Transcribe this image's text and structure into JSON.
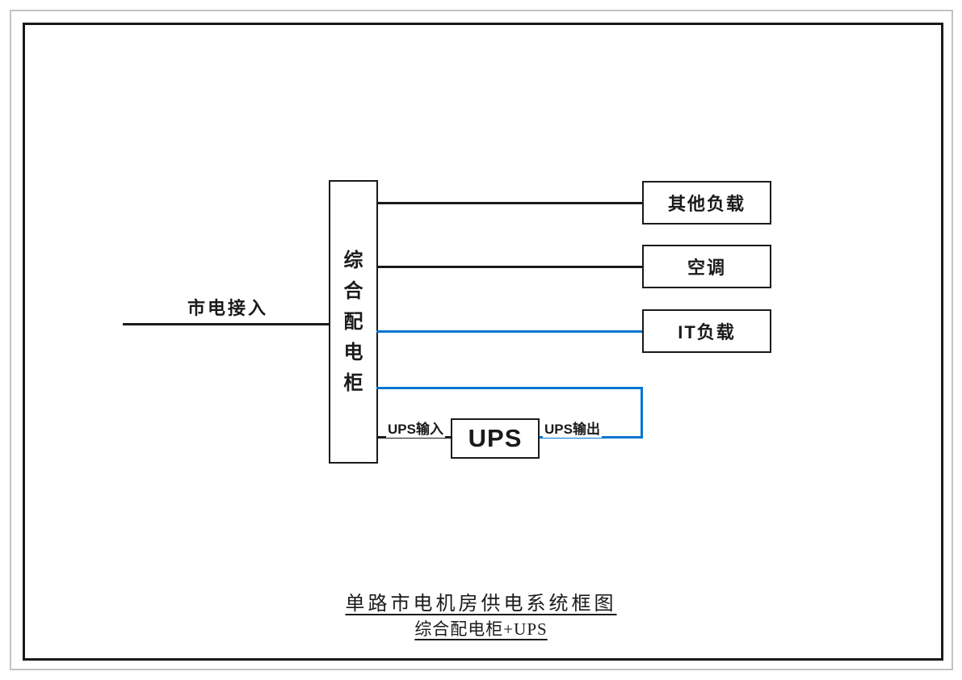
{
  "frame": {
    "outer_color": "#c3c3c3",
    "inner_color": "#1a1a1a"
  },
  "diagram": {
    "mains": {
      "label": "市电接入"
    },
    "cabinet": {
      "label": "综合配电柜"
    },
    "loads": [
      {
        "label": "其他负载",
        "line_color": "#1a1a1a"
      },
      {
        "label": "空调",
        "line_color": "#1a1a1a"
      },
      {
        "label": "IT负载",
        "line_color": "#0474d2"
      }
    ],
    "ups": {
      "label": "UPS",
      "input_label": "UPS输入",
      "output_label": "UPS输出"
    },
    "colors": {
      "line_black": "#1a1a1a",
      "line_blue": "#0474d2"
    }
  },
  "caption": {
    "title": "单路市电机房供电系统框图",
    "subtitle": "综合配电柜+UPS"
  }
}
